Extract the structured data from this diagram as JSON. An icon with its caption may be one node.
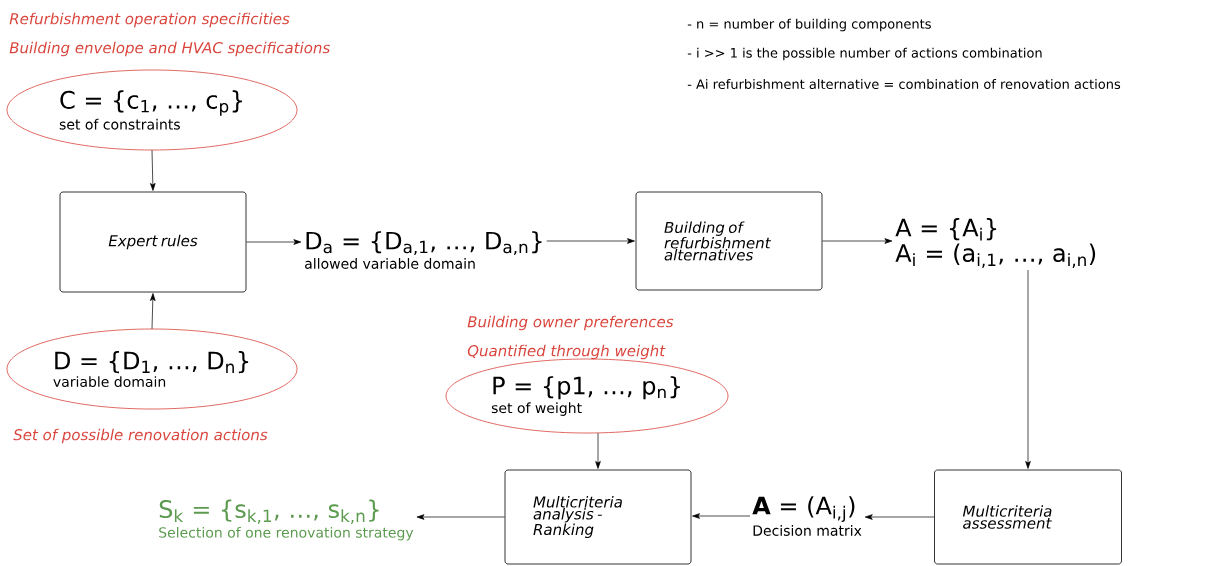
{
  "diagram": {
    "nodes": [
      {
        "text": [
          "C = {c$_{1}$, …, c$_{p}$}",
          "set of constraints"
        ],
        "beside": [
          "Refurbishment operation specificities",
          "Building envelope and HVAC specifications"
        ]
      },
      {
        "text": [
          "Expert rules"
        ]
      },
      {
        "text": [
          "D = {D$_{1}$, …, D$_{n}$}",
          "variable domain"
        ],
        "beside": [
          "Set of possible renovation actions"
        ]
      },
      {
        "text": [
          "D$_{a}$ = {D$_{a,1}$, …, D$_{a,n}$}",
          "allowed variable domain"
        ]
      },
      {
        "text": [
          "Building of refurbishment alternatives"
        ]
      },
      {
        "text": [
          "A = {A$_{i}$}",
          "A$_{i}$ = (a$_{i,1}$, …, a$_{i,n}$)"
        ]
      },
      {
        "text": [
          "Multicriteria assessment"
        ]
      },
      {
        "text": [
          "**A** = (A$_{i,j}$)",
          "Decision matrix"
        ]
      },
      {
        "text": [
          "Multicriteria analysis - Ranking"
        ]
      },
      {
        "text": [
          "P = {p1, …, p$_{n}$}",
          "set of weight"
        ],
        "beside": [
          "Building owner preferences",
          "Quantified through weight"
        ]
      },
      {
        "text": [
          "S$_{k}$ = {s$_{k,1}$, …, s$_{k,n}$}",
          "Selection of one renovation strategy"
        ]
      }
    ],
    "edges": [
      {
        "from": 0,
        "to": 1,
        "arrow": "to"
      },
      {
        "from": 2,
        "to": 1,
        "arrow": "to"
      },
      {
        "from": 1,
        "to": 3,
        "arrow": "to"
      },
      {
        "from": 3,
        "to": 4,
        "arrow": "to"
      },
      {
        "from": 4,
        "to": 5,
        "arrow": "to"
      },
      {
        "from": 5,
        "to": 6,
        "arrow": "to"
      },
      {
        "from": 6,
        "to": 7,
        "arrow": "to"
      },
      {
        "from": 7,
        "to": 8,
        "arrow": "to"
      },
      {
        "from": 9,
        "to": 8,
        "arrow": "to"
      },
      {
        "from": 8,
        "to": 10,
        "arrow": "to"
      }
    ],
    "labels": [
      "- n = number of building components",
      "- i >> 1 is the possible number of actions combination",
      "- Ai refurbishment alternative = combination of renovation actions"
    ]
  }
}
